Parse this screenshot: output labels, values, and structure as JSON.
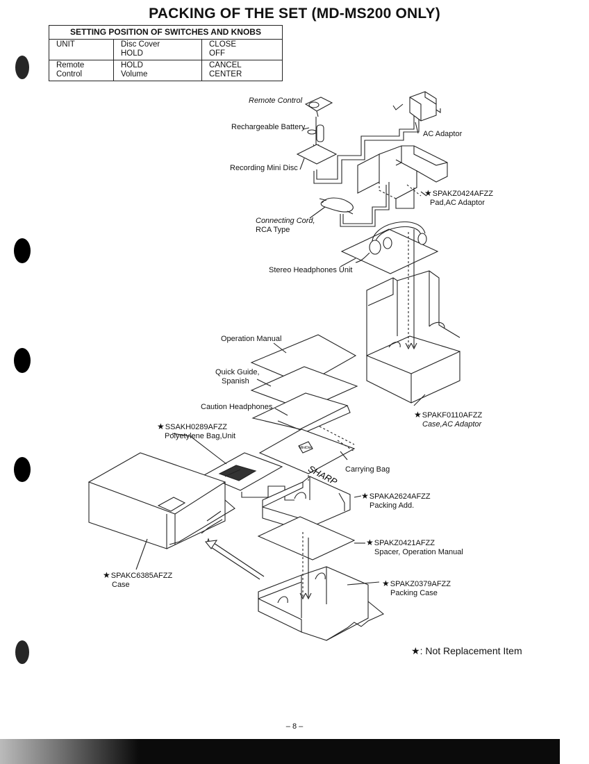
{
  "title": "PACKING OF THE SET (MD-MS200 ONLY)",
  "switch_table": {
    "header": "SETTING POSITION OF SWITCHES AND KNOBS",
    "rows": [
      {
        "unit": "UNIT",
        "control": "Disc Cover\nHOLD",
        "position": "CLOSE\nOFF"
      },
      {
        "unit": "Remote\nControl",
        "control": "HOLD\nVolume",
        "position": "CANCEL\nCENTER"
      }
    ]
  },
  "labels": {
    "remote_control": "Remote Control",
    "rechargeable_battery": "Rechargeable Battery",
    "recording_mini_disc": "Recording Mini Disc",
    "ac_adaptor": "AC Adaptor",
    "pad_part": "SPAKZ0424AFZZ",
    "pad_name": "Pad,AC Adaptor",
    "connecting_cord_1": "Connecting Cord,",
    "connecting_cord_2": "RCA Type",
    "stereo_headphones": "Stereo Headphones Unit",
    "operation_manual": "Operation Manual",
    "quick_guide_1": "Quick Guide,",
    "quick_guide_2": "Spanish",
    "caution_headphones": "Caution Headphones",
    "case_ac_part": "SPAKF0110AFZZ",
    "case_ac_name": "Case,AC Adaptor",
    "poly_bag_part": "SSAKH0289AFZZ",
    "poly_bag_name": "Polyetylene Bag,Unit",
    "carrying_bag": "Carrying Bag",
    "packing_add_part": "SPAKA2624AFZZ",
    "packing_add_name": "Packing Add.",
    "spacer_part": "SPAKZ0421AFZZ",
    "spacer_name": "Spacer, Operation Manual",
    "packing_case_part": "SPAKZ0379AFZZ",
    "packing_case_name": "Packing Case",
    "case_part": "SPAKC6385AFZZ",
    "case_name": "Case",
    "bag_print": "SHARP",
    "bag_logo": "MiniDisc"
  },
  "star_symbol": "★",
  "legend_text": ": Not Replacement Item",
  "page_number": "– 8 –"
}
